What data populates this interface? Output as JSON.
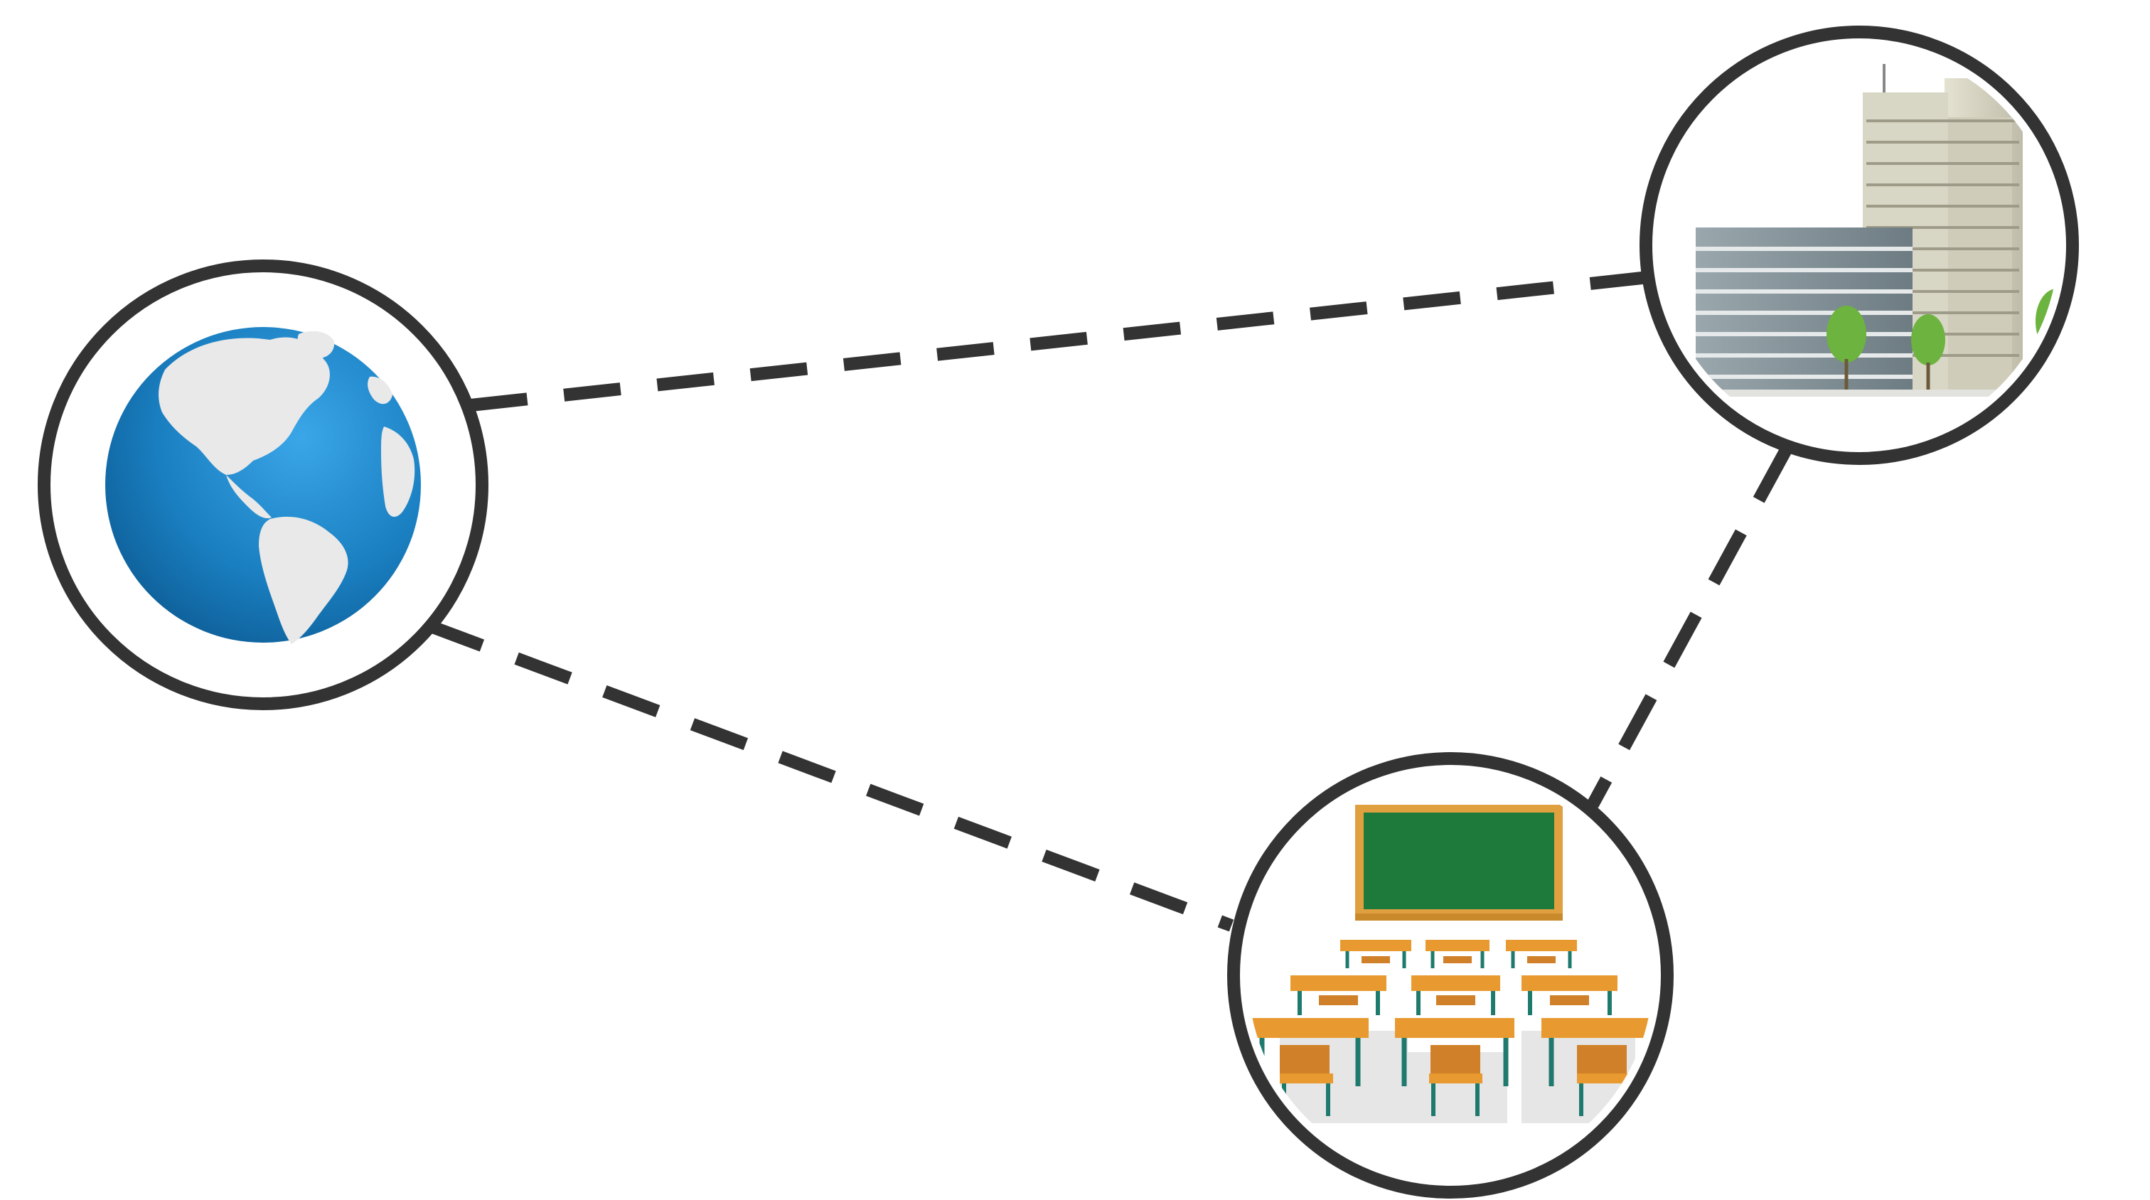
{
  "diagram": {
    "nodes": [
      {
        "id": "globe",
        "icon": "globe-icon"
      },
      {
        "id": "office-buildings",
        "icon": "office-buildings-icon"
      },
      {
        "id": "classroom",
        "icon": "classroom-icon"
      }
    ],
    "edges": [
      {
        "from": "globe",
        "to": "office-buildings",
        "style": "dashed"
      },
      {
        "from": "globe",
        "to": "classroom",
        "style": "dashed"
      },
      {
        "from": "office-buildings",
        "to": "classroom",
        "style": "dashed"
      }
    ],
    "colors": {
      "stroke": "#333333",
      "ocean": "#1a7fc1",
      "land": "#e9e9e9",
      "chalkboard": "#1e7a3a",
      "chalkboard_frame": "#e0a040",
      "desk": "#e89a30",
      "desk_legs": "#1f7a6e",
      "building_glass": "#8c9aa0",
      "building_stone": "#d8d6c4",
      "tree": "#6cb33f"
    }
  }
}
